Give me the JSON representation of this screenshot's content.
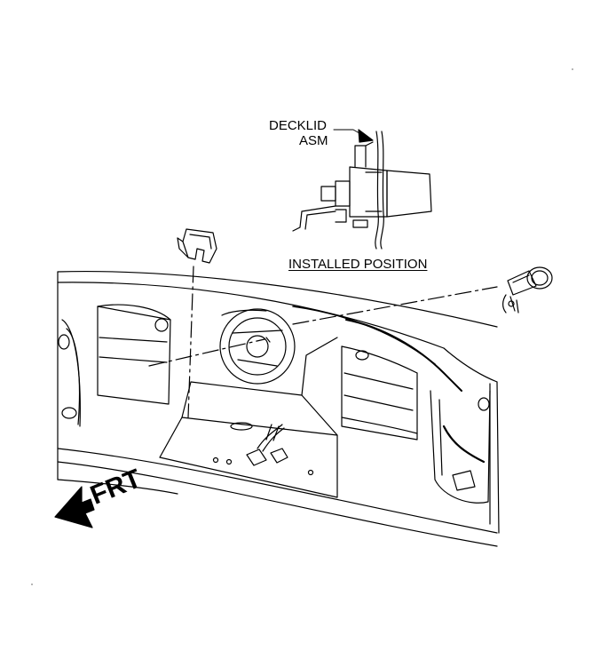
{
  "diagram": {
    "callout_name_line1": "DECKLID",
    "callout_name_line2": "ASM",
    "view_caption": "INSTALLED POSITION",
    "direction_label": "FRT"
  },
  "colors": {
    "line": "#000000",
    "background": "#ffffff"
  },
  "icons": {
    "direction": "front-direction-arrow-icon",
    "leader": "leader-arrow-icon"
  }
}
